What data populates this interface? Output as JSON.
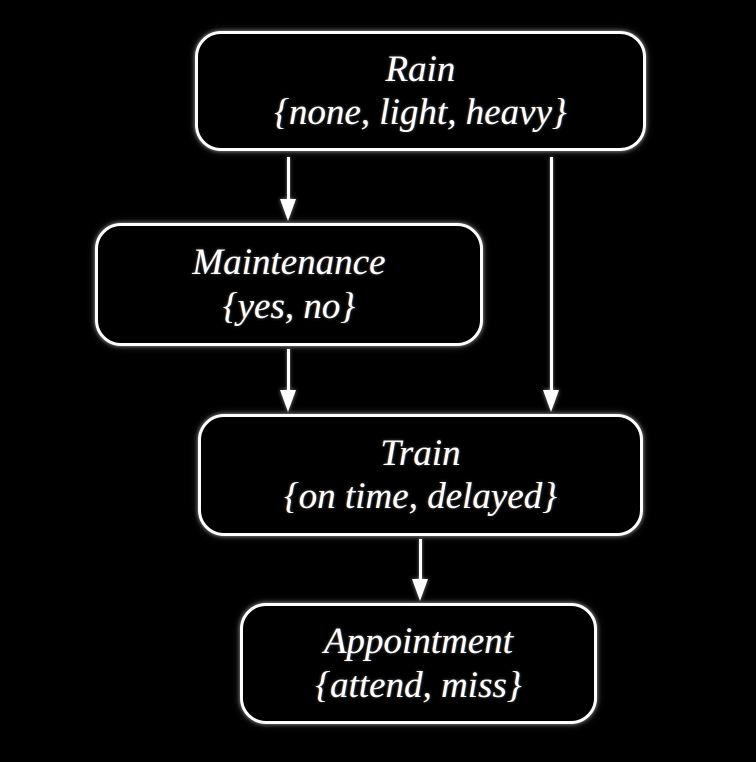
{
  "diagram": {
    "type": "bayesian-network",
    "background_color": "#000000",
    "node_color": "#ffffff",
    "edge_color": "#ffffff",
    "nodes": [
      {
        "id": "rain",
        "name": "Rain",
        "states_label": "{none, light, heavy}",
        "states": [
          "none",
          "light",
          "heavy"
        ]
      },
      {
        "id": "maintenance",
        "name": "Maintenance",
        "states_label": "{yes, no}",
        "states": [
          "yes",
          "no"
        ]
      },
      {
        "id": "train",
        "name": "Train",
        "states_label": "{on time, delayed}",
        "states": [
          "on time",
          "delayed"
        ]
      },
      {
        "id": "appointment",
        "name": "Appointment",
        "states_label": "{attend, miss}",
        "states": [
          "attend",
          "miss"
        ]
      }
    ],
    "edges": [
      {
        "id": "rain-maintenance",
        "from": "Rain",
        "to": "Maintenance"
      },
      {
        "id": "rain-train",
        "from": "Rain",
        "to": "Train"
      },
      {
        "id": "maintenance-train",
        "from": "Maintenance",
        "to": "Train"
      },
      {
        "id": "train-appointment",
        "from": "Train",
        "to": "Appointment"
      }
    ]
  }
}
